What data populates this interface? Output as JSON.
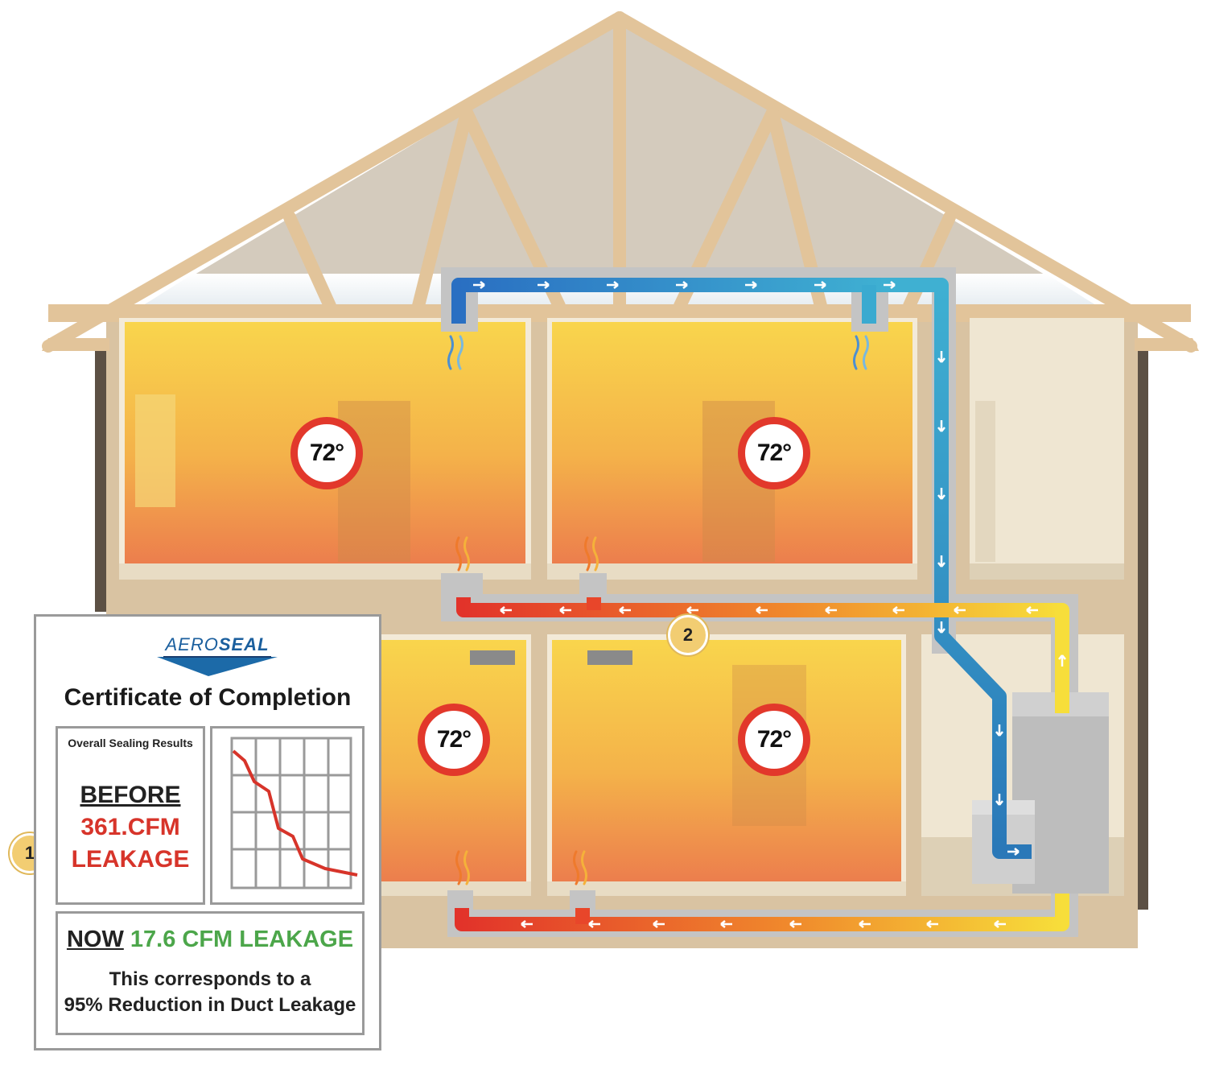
{
  "rooms": [
    {
      "temp": "72°"
    },
    {
      "temp": "72°"
    },
    {
      "temp": "72°"
    },
    {
      "temp": "72°"
    }
  ],
  "badges": {
    "one": "1",
    "two": "2"
  },
  "certificate": {
    "logo_part1": "AERO",
    "logo_part2": "SEAL",
    "title": "Certificate of Completion",
    "results_label": "Overall Sealing Results",
    "before_label": "BEFORE",
    "before_value": "361.CFM",
    "before_unit": "LEAKAGE",
    "now_label": "NOW",
    "now_value": "17.6 CFM LEAKAGE",
    "corresponds_line1": "This corresponds to a",
    "corresponds_line2": "95% Reduction in Duct Leakage"
  },
  "colors": {
    "roof_truss": "#e2c49a",
    "attic": "#d4cbbd",
    "wall": "#d9c3a2",
    "cool_duct": "#2f7fc6",
    "warm_duct": "#e33a26",
    "yellow_duct": "#f7de3a",
    "temp_ring": "#e2382b",
    "before_red": "#d7342a",
    "now_green": "#4ca64a"
  }
}
